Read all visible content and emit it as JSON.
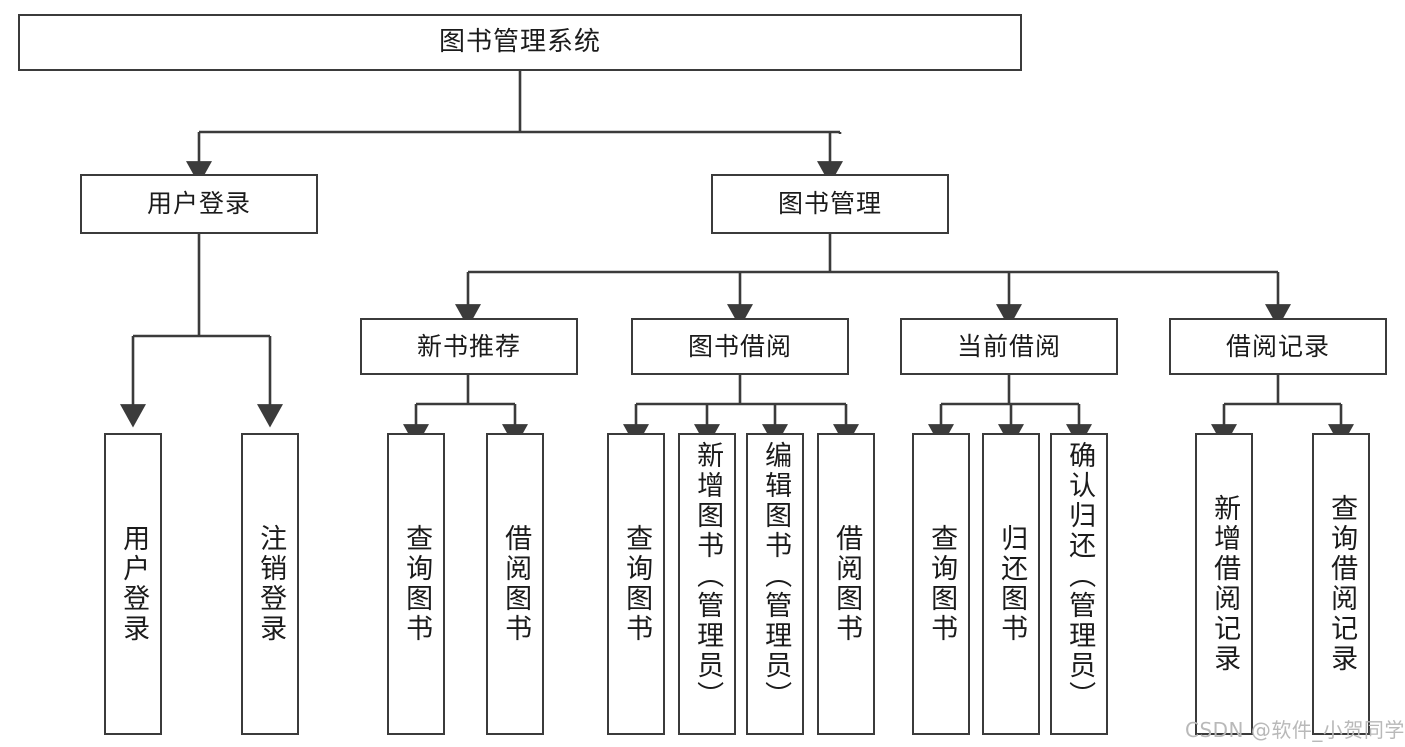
{
  "diagram": {
    "type": "tree-hierarchy-flowchart",
    "title": "图书管理系统",
    "colors": {
      "background": "#ffffff",
      "node_border": "#3b3b3b",
      "node_fill": "#ffffff",
      "edge": "#3b3b3b",
      "text": "#1b1b1b",
      "watermark": "#b9b9b9"
    },
    "root": {
      "label": "图书管理系统"
    },
    "level2": [
      {
        "label": "用户登录"
      },
      {
        "label": "图书管理"
      }
    ],
    "level3": [
      {
        "label": "新书推荐"
      },
      {
        "label": "图书借阅"
      },
      {
        "label": "当前借阅"
      },
      {
        "label": "借阅记录"
      }
    ],
    "leaves": {
      "user_login": [
        {
          "label": "用户登录"
        },
        {
          "label": "注销登录"
        }
      ],
      "new_book_recommend": [
        {
          "label": "查询图书"
        },
        {
          "label": "借阅图书"
        }
      ],
      "book_borrow": [
        {
          "label": "查询图书"
        },
        {
          "label": "新增图书（管理员）"
        },
        {
          "label": "编辑图书（管理员）"
        },
        {
          "label": "借阅图书"
        }
      ],
      "current_borrow": [
        {
          "label": "查询图书"
        },
        {
          "label": "归还图书"
        },
        {
          "label": "确认归还（管理员）"
        }
      ],
      "borrow_record": [
        {
          "label": "新增借阅记录"
        },
        {
          "label": "查询借阅记录"
        }
      ]
    },
    "watermark": "CSDN @软件_小贺同学"
  }
}
